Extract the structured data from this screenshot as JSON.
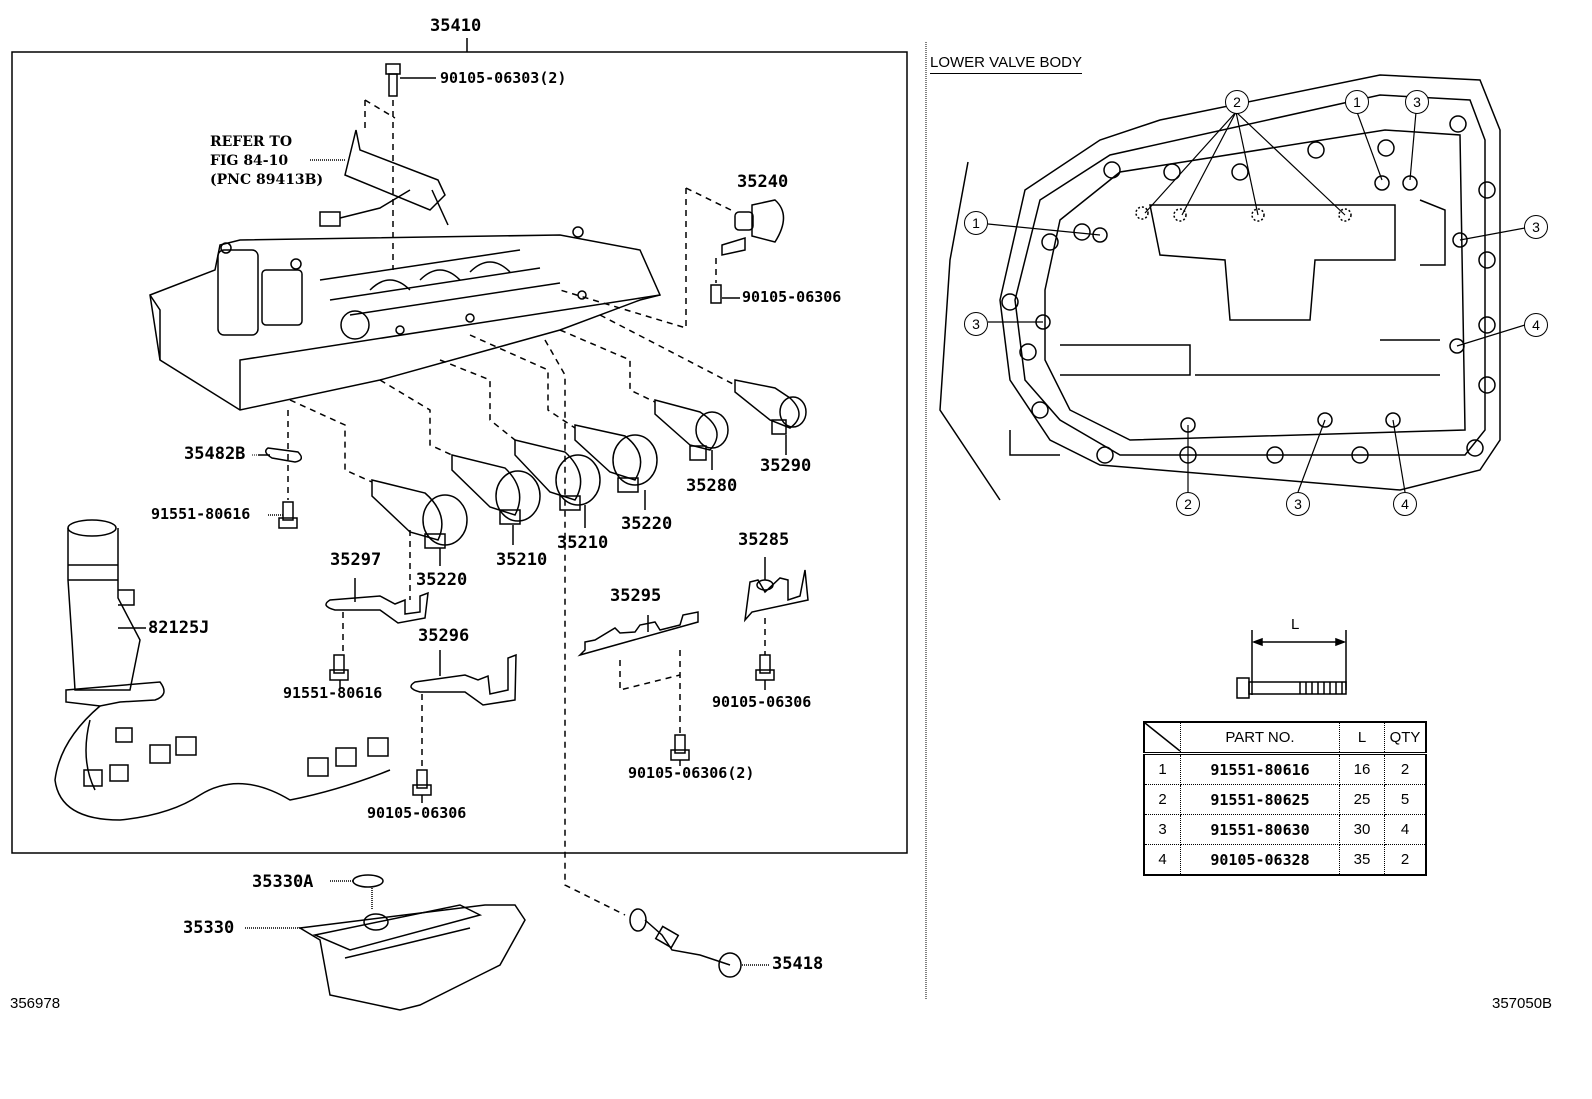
{
  "diagram": {
    "assembly_label": "35410",
    "left_footer_id": "356978",
    "right_footer_id": "357050B",
    "refer_note": {
      "line1": "REFER TO",
      "line2": "FIG 84-10",
      "line3": "(PNC 89413B)"
    },
    "callouts": [
      {
        "id": "bolt-top",
        "text": "90105-06303(2)"
      },
      {
        "id": "solenoid-35240",
        "text": "35240"
      },
      {
        "id": "bolt-35240",
        "text": "90105-06306"
      },
      {
        "id": "plate-35482B",
        "text": "35482B"
      },
      {
        "id": "bolt-left",
        "text": "91551-80616"
      },
      {
        "id": "solenoid-35290",
        "text": "35290"
      },
      {
        "id": "solenoid-35280",
        "text": "35280"
      },
      {
        "id": "solenoid-35220-a",
        "text": "35220"
      },
      {
        "id": "solenoid-35210-a",
        "text": "35210"
      },
      {
        "id": "solenoid-35210-b",
        "text": "35210"
      },
      {
        "id": "solenoid-35220-b",
        "text": "35220"
      },
      {
        "id": "bracket-35297",
        "text": "35297"
      },
      {
        "id": "harness-82125J",
        "text": "82125J"
      },
      {
        "id": "bolt-35297",
        "text": "91551-80616"
      },
      {
        "id": "bracket-35296",
        "text": "35296"
      },
      {
        "id": "bolt-35296",
        "text": "90105-06306"
      },
      {
        "id": "bracket-35295",
        "text": "35295"
      },
      {
        "id": "bolt-35295",
        "text": "90105-06306(2)"
      },
      {
        "id": "bracket-35285",
        "text": "35285"
      },
      {
        "id": "bolt-35285",
        "text": "90105-06306"
      },
      {
        "id": "oring-35330A",
        "text": "35330A"
      },
      {
        "id": "strainer-35330",
        "text": "35330"
      },
      {
        "id": "pin-35418",
        "text": "35418"
      }
    ]
  },
  "lower_valve_body": {
    "title": "LOWER VALVE BODY",
    "markers": [
      {
        "num": "2",
        "pos": "top-center"
      },
      {
        "num": "1",
        "pos": "top-right-a"
      },
      {
        "num": "3",
        "pos": "top-right-b"
      },
      {
        "num": "1",
        "pos": "left-upper"
      },
      {
        "num": "3",
        "pos": "right-upper"
      },
      {
        "num": "3",
        "pos": "left-middle"
      },
      {
        "num": "4",
        "pos": "right-middle"
      },
      {
        "num": "2",
        "pos": "bottom-a"
      },
      {
        "num": "3",
        "pos": "bottom-b"
      },
      {
        "num": "4",
        "pos": "bottom-c"
      }
    ],
    "bolt_dimension_label": "L"
  },
  "bolt_table": {
    "headers": [
      "",
      "PART NO.",
      "L",
      "QTY"
    ],
    "rows": [
      {
        "key": "1",
        "part_no": "91551-80616",
        "l": "16",
        "qty": "2"
      },
      {
        "key": "2",
        "part_no": "91551-80625",
        "l": "25",
        "qty": "5"
      },
      {
        "key": "3",
        "part_no": "91551-80630",
        "l": "30",
        "qty": "4"
      },
      {
        "key": "4",
        "part_no": "90105-06328",
        "l": "35",
        "qty": "2"
      }
    ]
  }
}
